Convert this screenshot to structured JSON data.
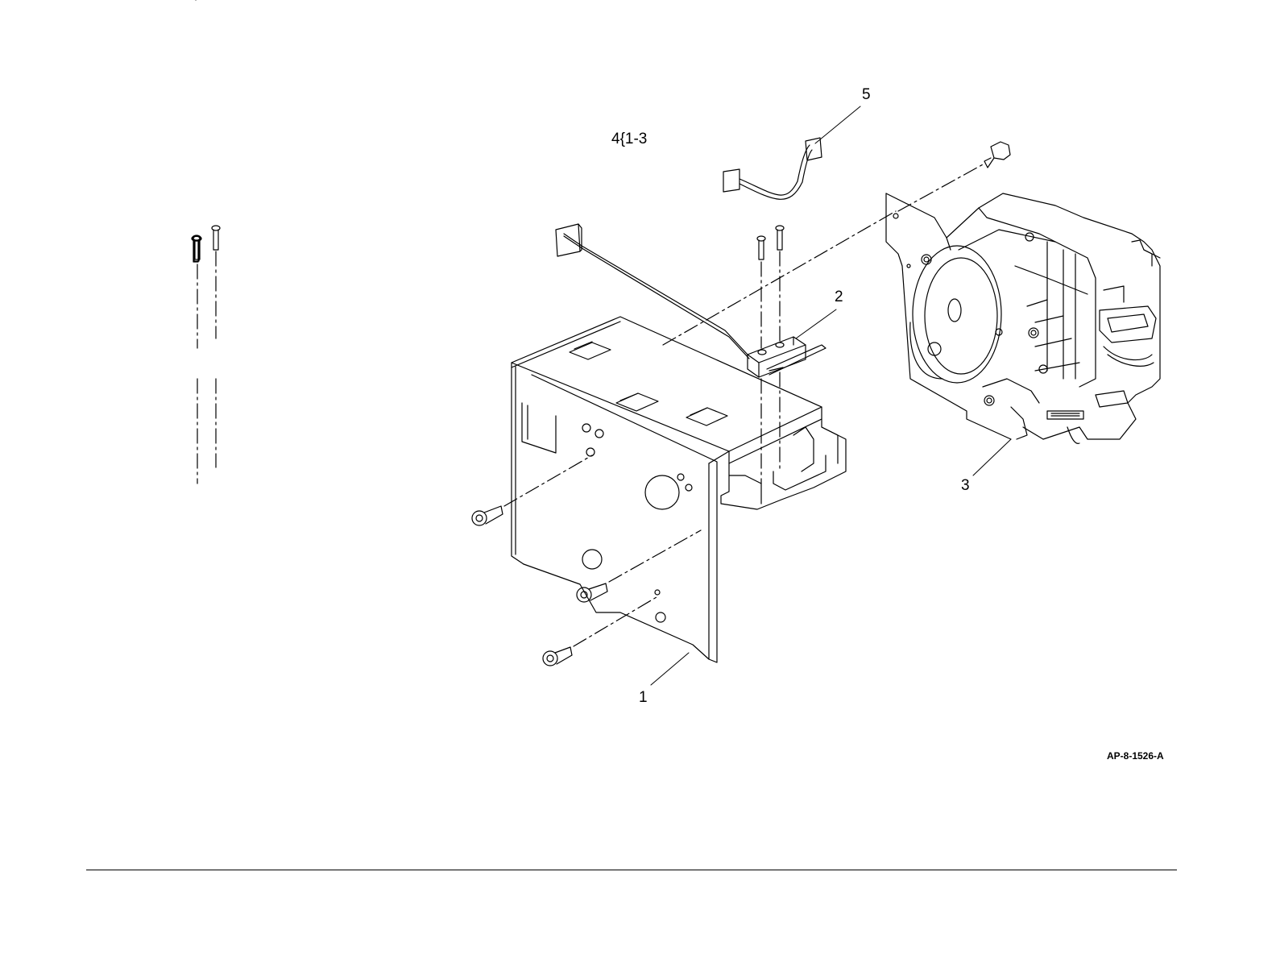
{
  "callouts": {
    "part_1": "1",
    "part_2": "2",
    "part_3": "3",
    "part_4": "4{1-3",
    "part_5": "5"
  },
  "figure_id": "AP-8-1526-A",
  "colors": {
    "ink": "#000000",
    "paper": "#ffffff"
  }
}
